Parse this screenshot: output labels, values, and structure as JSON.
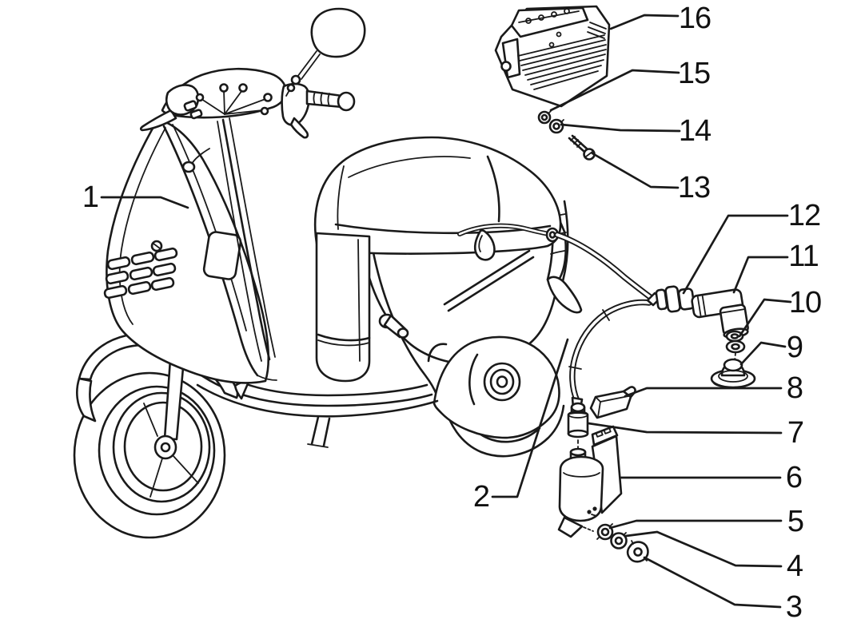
{
  "figure": {
    "background_color": "#ffffff",
    "line_color": "#1a1a1a"
  },
  "callouts": {
    "labels": [
      "1",
      "2",
      "3",
      "4",
      "5",
      "6",
      "7",
      "8",
      "9",
      "10",
      "11",
      "12",
      "13",
      "14",
      "15",
      "16"
    ]
  }
}
